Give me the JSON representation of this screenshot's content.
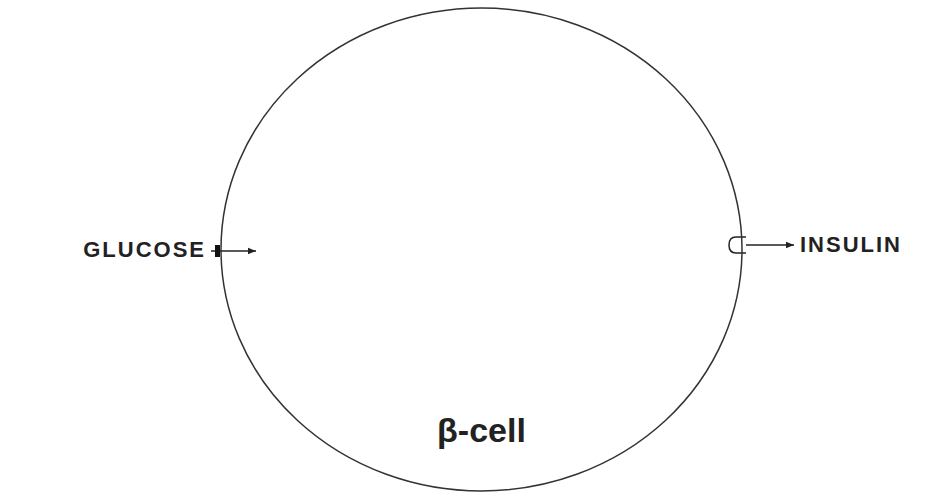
{
  "diagram": {
    "nodes": [
      {
        "text": [
          "β-cell"
        ]
      }
    ],
    "labels": [
      "GLUCOSE",
      "INSULIN"
    ]
  }
}
